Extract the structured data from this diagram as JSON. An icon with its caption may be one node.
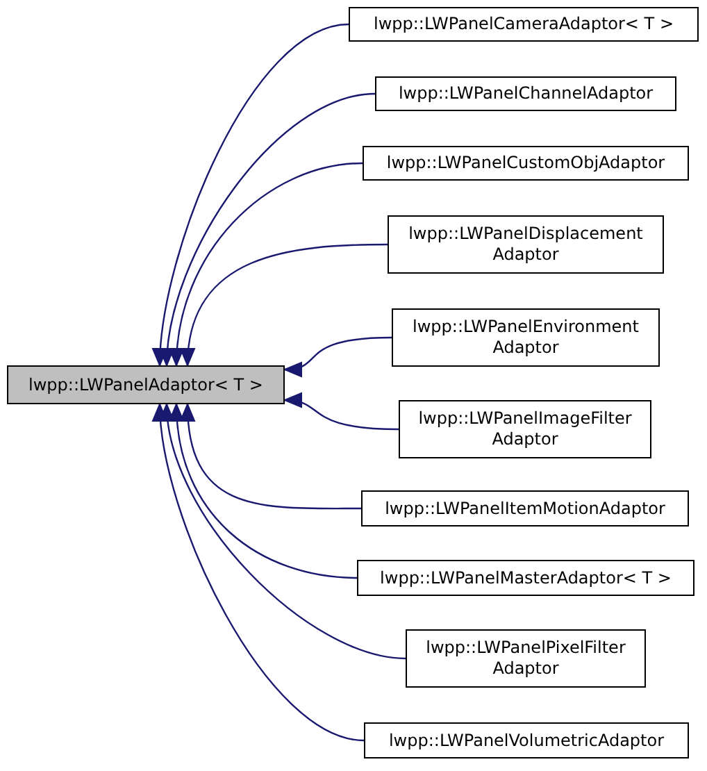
{
  "diagram": {
    "nodes": [
      {
        "text": [
          "lwpp::LWPanelAdaptor< T >"
        ]
      },
      {
        "text": [
          "lwpp::LWPanelCameraAdaptor< T >"
        ]
      },
      {
        "text": [
          "lwpp::LWPanelChannelAdaptor"
        ]
      },
      {
        "text": [
          "lwpp::LWPanelCustomObjAdaptor"
        ]
      },
      {
        "text": [
          "lwpp::LWPanelDisplacement Adaptor"
        ]
      },
      {
        "text": [
          "lwpp::LWPanelEnvironment Adaptor"
        ]
      },
      {
        "text": [
          "lwpp::LWPanelImageFilter Adaptor"
        ]
      },
      {
        "text": [
          "lwpp::LWPanelItemMotionAdaptor"
        ]
      },
      {
        "text": [
          "lwpp::LWPanelMasterAdaptor< T >"
        ]
      },
      {
        "text": [
          "lwpp::LWPanelPixelFilter Adaptor"
        ]
      },
      {
        "text": [
          "lwpp::LWPanelVolumetricAdaptor"
        ]
      }
    ],
    "edges": [
      {
        "from": 1,
        "to": 0,
        "arrow": "to"
      },
      {
        "from": 2,
        "to": 0,
        "arrow": "to"
      },
      {
        "from": 3,
        "to": 0,
        "arrow": "to"
      },
      {
        "from": 4,
        "to": 0,
        "arrow": "to"
      },
      {
        "from": 5,
        "to": 0,
        "arrow": "to"
      },
      {
        "from": 6,
        "to": 0,
        "arrow": "to"
      },
      {
        "from": 7,
        "to": 0,
        "arrow": "to"
      },
      {
        "from": 8,
        "to": 0,
        "arrow": "to"
      },
      {
        "from": 9,
        "to": 0,
        "arrow": "to"
      },
      {
        "from": 10,
        "to": 0,
        "arrow": "to"
      }
    ]
  }
}
